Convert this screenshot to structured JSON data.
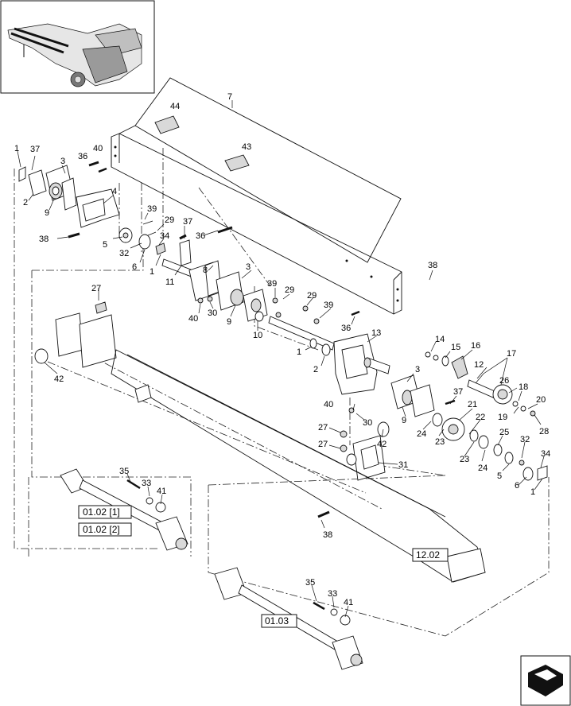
{
  "labels": {
    "l1a": "1",
    "l37a": "37",
    "l36a": "36",
    "l40a": "40",
    "l3a": "3",
    "l2a": "2",
    "l9a": "9",
    "l4": "4",
    "l39a": "39",
    "l29a": "29",
    "l37b": "37",
    "l36b": "36",
    "l38a": "38",
    "l5a": "5",
    "l34a": "34",
    "l32a": "32",
    "l6a": "6",
    "l1b": "1",
    "l11": "11",
    "l8": "8",
    "l3b": "3",
    "l39b": "39",
    "l29b": "29",
    "l29c": "29",
    "l39c": "39",
    "l40b": "40",
    "l30a": "30",
    "l9b": "9",
    "l10": "10",
    "l36c": "36",
    "l13": "13",
    "l1c": "1",
    "l2b": "2",
    "l27a": "27",
    "l42a": "42",
    "l7": "7",
    "l44": "44",
    "l43": "43",
    "l38b": "38",
    "l14": "14",
    "l15": "15",
    "l16": "16",
    "l17": "17",
    "l12": "12",
    "l26": "26",
    "l18": "18",
    "l20": "20",
    "l19": "19",
    "l28": "28",
    "l3c": "3",
    "l37c": "37",
    "l21": "21",
    "l22": "22",
    "l40c": "40",
    "l30b": "30",
    "l9c": "9",
    "l24a": "24",
    "l23a": "23",
    "l27b": "27",
    "l27c": "27",
    "l42b": "42",
    "l31": "31",
    "l25": "25",
    "l32b": "32",
    "l23b": "23",
    "l24b": "24",
    "l34b": "34",
    "l5b": "5",
    "l6b": "6",
    "l1d": "1",
    "l35a": "35",
    "l33a": "33",
    "l41a": "41",
    "l38c": "38",
    "l35b": "35",
    "l33b": "33",
    "l41b": "41"
  },
  "references": {
    "ref_0102_1": "01.02 [1]",
    "ref_0102_2": "01.02 [2]",
    "ref_1202": "12.02",
    "ref_0103": "01.03"
  },
  "icons": {
    "thumbnail": "machine-overview-thumbnail",
    "nav": "navigation-arrow-icon"
  }
}
